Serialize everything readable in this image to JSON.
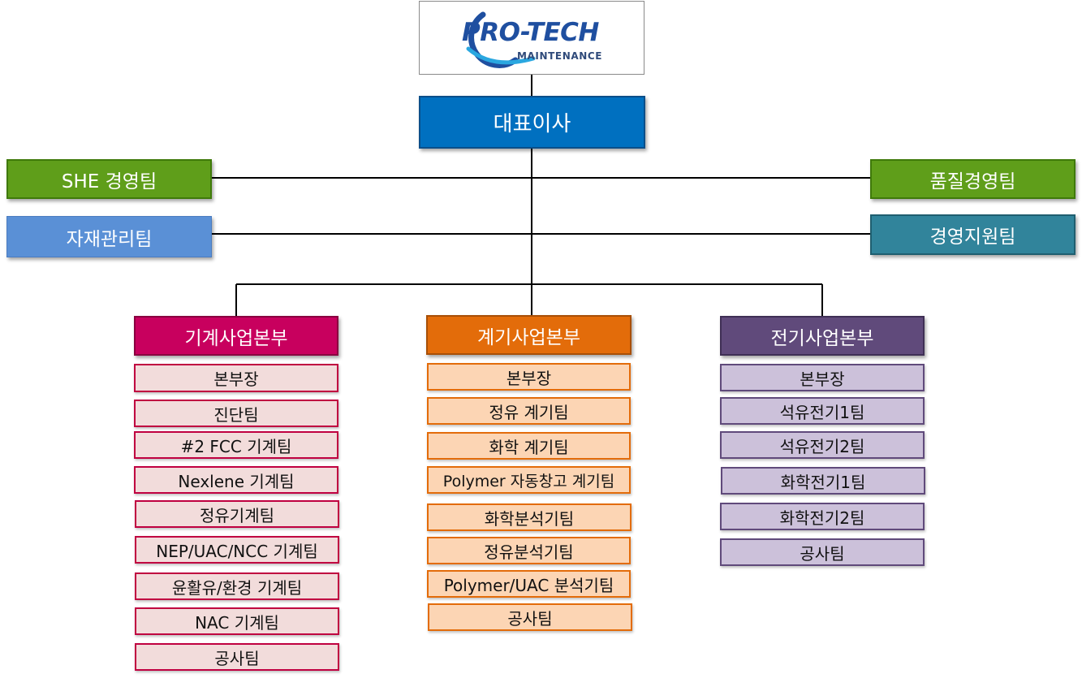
{
  "logo": {
    "brand": "PRO-TECH",
    "subtitle": "MAINTENANCE"
  },
  "ceo": {
    "label": "대표이사",
    "color": "#0070c0"
  },
  "staff": {
    "left": [
      {
        "label": "SHE 경영팀",
        "color": "#5f9e1a"
      },
      {
        "label": "자재관리팀",
        "color": "#5a90d6"
      }
    ],
    "right": [
      {
        "label": "품질경영팀",
        "color": "#5f9e1a"
      },
      {
        "label": "경영지원팀",
        "color": "#31849b"
      }
    ]
  },
  "divisions": [
    {
      "title": "기계사업본부",
      "color": "#c8005e",
      "team_bg": "#f2dcdb",
      "team_border": "#c00040",
      "teams": [
        "본부장",
        "진단팀",
        "#2 FCC 기계팀",
        "Nexlene 기계팀",
        "정유기계팀",
        "NEP/UAC/NCC 기계팀",
        "윤활유/환경 기계팀",
        "NAC 기계팀",
        "공사팀"
      ]
    },
    {
      "title": "계기사업본부",
      "color": "#e36c0a",
      "team_bg": "#fcd5b4",
      "team_border": "#e36c0a",
      "teams": [
        "본부장",
        "정유 계기팀",
        "화학 계기팀",
        "Polymer 자동창고 계기팀",
        "화학분석기팀",
        "정유분석기팀",
        "Polymer/UAC 분석기팀",
        "공사팀"
      ]
    },
    {
      "title": "전기사업본부",
      "color": "#604a7b",
      "team_bg": "#ccc1da",
      "team_border": "#604a7b",
      "teams": [
        "본부장",
        "석유전기1팀",
        "석유전기2팀",
        "화학전기1팀",
        "화학전기2팀",
        "공사팀"
      ]
    }
  ]
}
